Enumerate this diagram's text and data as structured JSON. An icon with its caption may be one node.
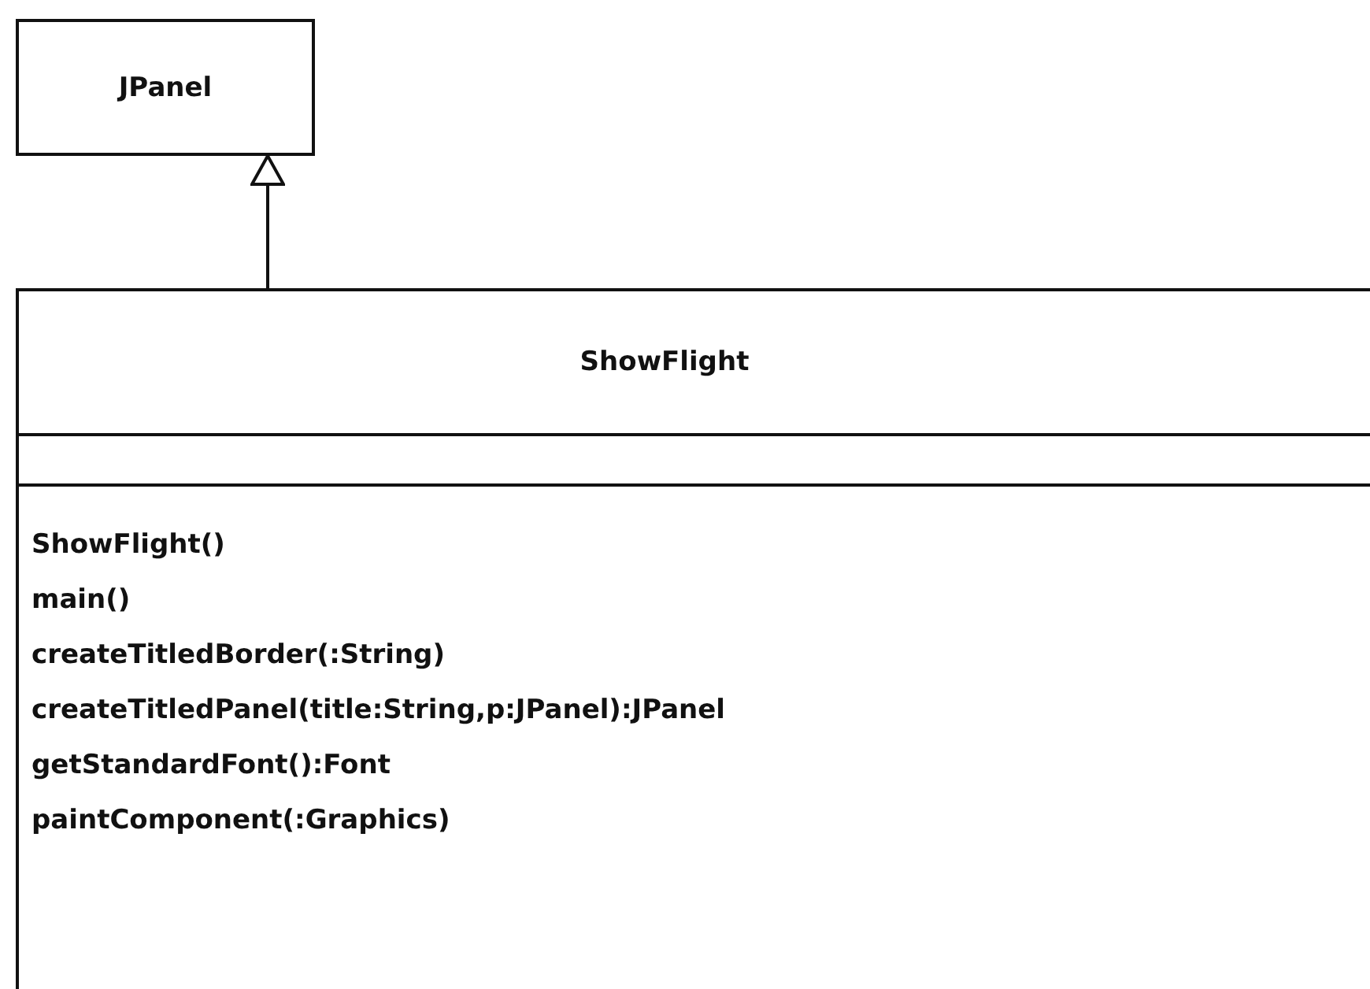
{
  "diagram": {
    "nodes": [
      {
        "text": [
          "JPanel"
        ]
      },
      {
        "text": [
          "ShowFlight",
          "ShowFlight()",
          "main()",
          "createTitledBorder(:String)",
          "createTitledPanel(title:String,p:JPanel):JPanel",
          "getStandardFont():Font",
          "paintComponent(:Graphics)"
        ]
      }
    ],
    "edges": [
      {
        "from": 1,
        "to": 0,
        "arrow": "to"
      }
    ]
  }
}
